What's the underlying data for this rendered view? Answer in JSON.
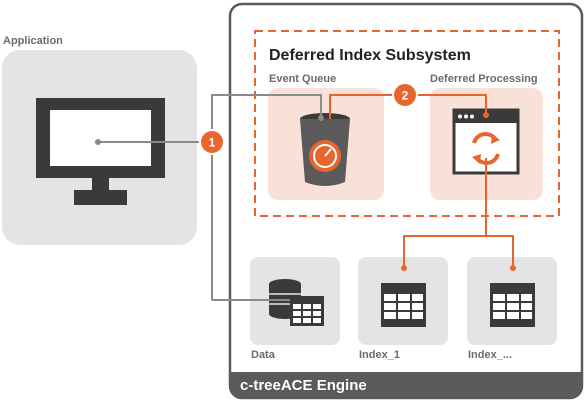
{
  "labels": {
    "application": "Application",
    "subsystem_title": "Deferred Index Subsystem",
    "event_queue": "Event Queue",
    "deferred_processing": "Deferred Processing",
    "data": "Data",
    "index_1": "Index_1",
    "index_n": "Index_...",
    "engine": "c-treeACE Engine"
  },
  "badges": {
    "one": "1",
    "two": "2"
  },
  "colors": {
    "accent": "#e8662d",
    "accent_light": "#fae1d8",
    "panel_gray": "#e4e4e4",
    "engine_gray": "#5a5a5a",
    "dark_icon": "#3a3a3a"
  }
}
